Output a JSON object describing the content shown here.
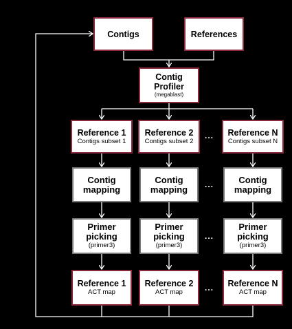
{
  "diagram": {
    "contigs": {
      "title": "Contigs"
    },
    "references": {
      "title": "References"
    },
    "profiler": {
      "title_line1": "Contig",
      "title_line2": "Profiler",
      "subtitle": "(megablast)"
    },
    "columns": [
      {
        "reference": {
          "title": "Reference 1",
          "subtitle": "Contigs subset 1"
        },
        "mapping": {
          "line1": "Contig",
          "line2": "mapping"
        },
        "primer": {
          "line1": "Primer",
          "line2": "picking",
          "subtitle": "(primer3)"
        },
        "act": {
          "title": "Reference 1",
          "subtitle": "ACT map"
        }
      },
      {
        "reference": {
          "title": "Reference 2",
          "subtitle": "Contigs subset 2"
        },
        "mapping": {
          "line1": "Contig",
          "line2": "mapping"
        },
        "primer": {
          "line1": "Primer",
          "line2": "picking",
          "subtitle": "(primer3)"
        },
        "act": {
          "title": "Reference 2",
          "subtitle": "ACT map"
        }
      },
      {
        "reference": {
          "title": "Reference N",
          "subtitle": "Contigs subset N"
        },
        "mapping": {
          "line1": "Contig",
          "line2": "mapping"
        },
        "primer": {
          "line1": "Primer",
          "line2": "picking",
          "subtitle": "(primer3)"
        },
        "act": {
          "title": "Reference N",
          "subtitle": "ACT map"
        }
      }
    ],
    "ellipsis": "...",
    "colors": {
      "background": "#000000",
      "box_fill": "#ffffff",
      "border_red": "#8b2a3c",
      "border_gray": "#7a7a7a",
      "connector": "#ffffff"
    }
  }
}
